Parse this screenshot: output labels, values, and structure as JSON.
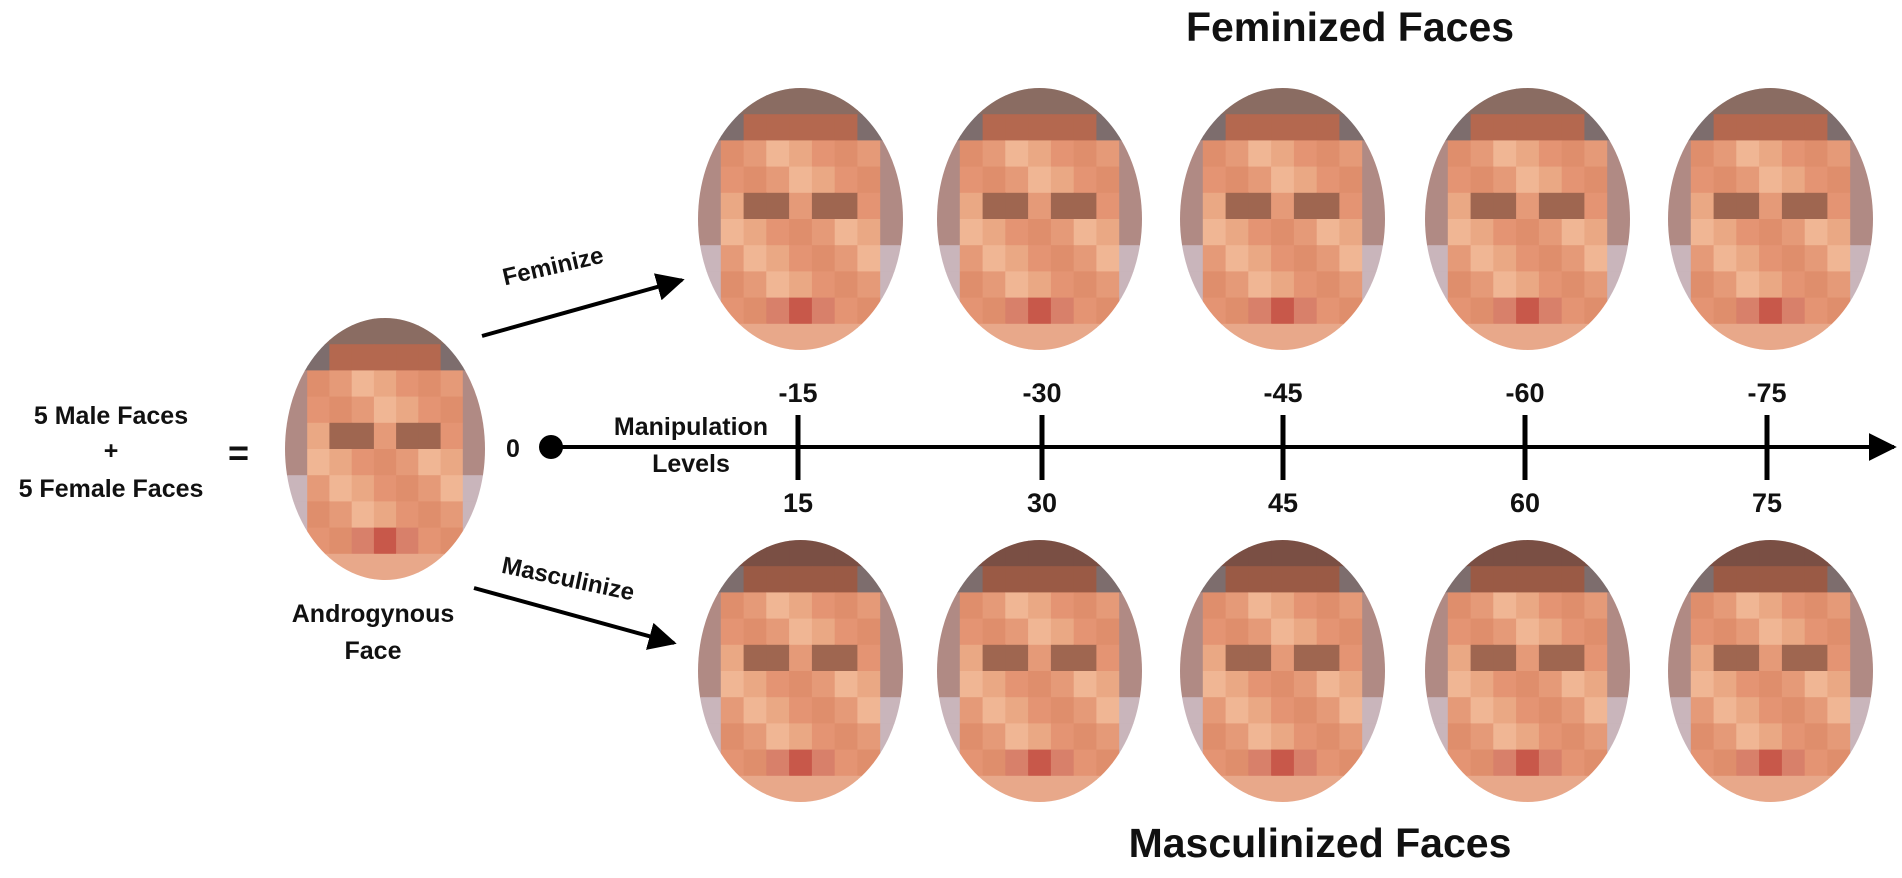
{
  "titles": {
    "top": "Feminized Faces",
    "bottom": "Masculinized Faces"
  },
  "source": {
    "line1": "5 Male Faces",
    "plus": "+",
    "line2": "5 Female Faces",
    "equals": "=",
    "face_label_line1": "Androgynous",
    "face_label_line2": "Face"
  },
  "arrows": {
    "feminize": "Feminize",
    "masculinize": "Masculinize"
  },
  "axis": {
    "origin": "0",
    "label_line1": "Manipulation",
    "label_line2": "Levels",
    "top_ticks": [
      "-15",
      "-30",
      "-45",
      "-60",
      "-75"
    ],
    "bottom_ticks": [
      "15",
      "30",
      "45",
      "60",
      "75"
    ]
  },
  "colors": {
    "text": "#111111",
    "axis": "#000000",
    "skin": "#e59a78",
    "hair": "#8c5646",
    "lips": "#c8584a"
  },
  "face_images": {
    "androgynous": "pixelated-face",
    "feminized": [
      "pixelated-face",
      "pixelated-face",
      "pixelated-face",
      "pixelated-face",
      "pixelated-face"
    ],
    "masculinized": [
      "pixelated-face",
      "pixelated-face",
      "pixelated-face",
      "pixelated-face",
      "pixelated-face"
    ]
  }
}
